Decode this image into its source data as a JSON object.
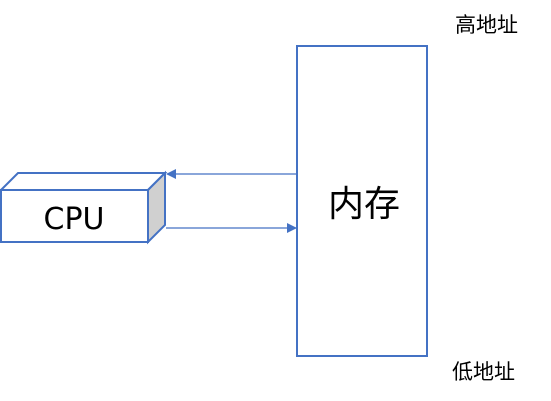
{
  "diagram": {
    "cpu_label": "CPU",
    "memory_label": "内存",
    "high_address_label": "高地址",
    "low_address_label": "低地址"
  },
  "colors": {
    "outline": "#4472c4",
    "arrow": "#4472c4",
    "cpu_side_face": "#d0d0d0",
    "text": "#000000",
    "background": "#ffffff"
  }
}
